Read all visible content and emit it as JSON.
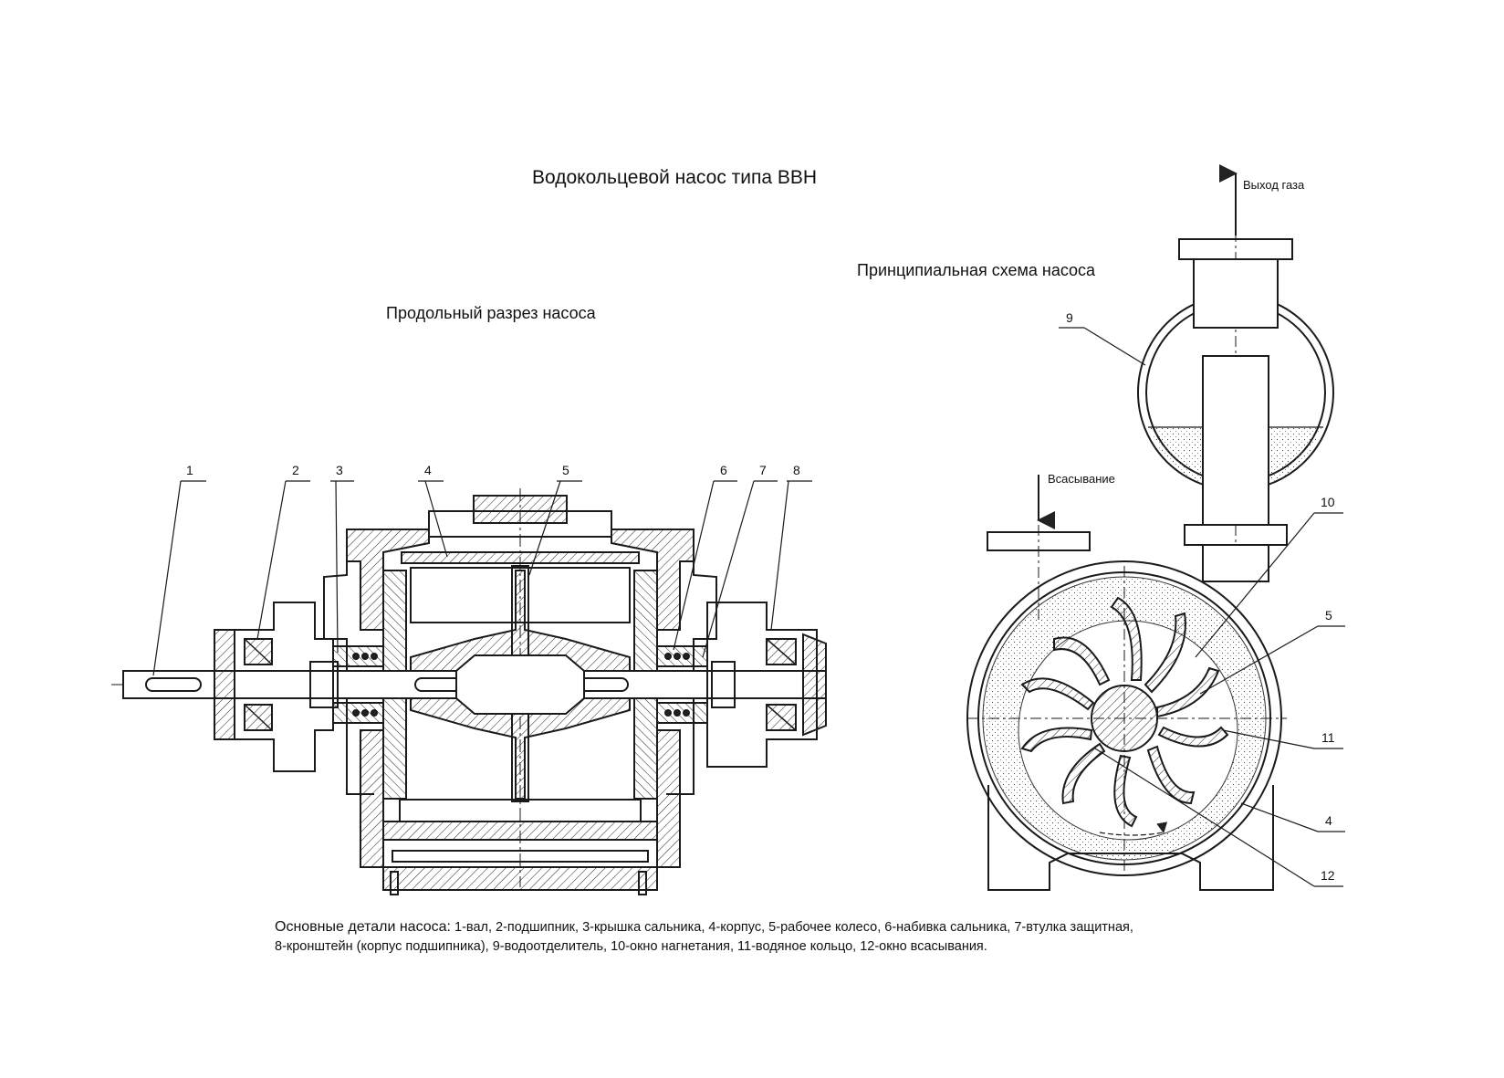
{
  "title": "Водокольцевой насос типа ВВН",
  "section_title": "Продольный разрез насоса",
  "schema_title": "Принципиальная схема насоса",
  "labels": {
    "gas_outlet": "Выход газа",
    "suction": "Всасывание"
  },
  "section_callouts": [
    "1",
    "2",
    "3",
    "4",
    "5",
    "6",
    "7",
    "8"
  ],
  "schema_callouts": [
    "9",
    "10",
    "5",
    "11",
    "4",
    "12"
  ],
  "caption": {
    "lead": "Основные детали насоса:",
    "line1": "1-вал, 2-подшипник, 3-крышка сальника, 4-корпус, 5-рабочее колесо, 6-набивка сальника, 7-втулка защитная,",
    "line2": "8-кронштейн (корпус подшипника), 9-водоотделитель, 10-окно нагнетания, 11-водяное кольцо, 12-окно всасывания."
  }
}
